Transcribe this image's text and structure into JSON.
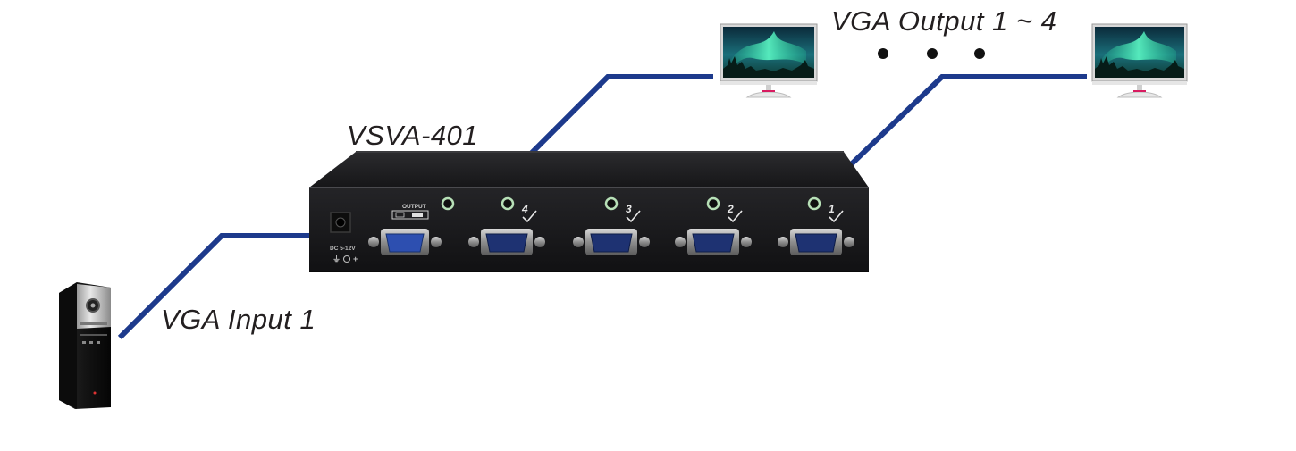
{
  "diagram": {
    "device_label": "VSVA-401",
    "input_label": "VGA Input 1",
    "output_label": "VGA Output 1 ~ 4",
    "device": {
      "panel_output_text": "OUTPUT",
      "power_text": "DC 5-12V",
      "port_numbers": [
        "4",
        "3",
        "2",
        "1"
      ]
    },
    "colors": {
      "cable": "#1d3a8c",
      "device_body": "#1c1c1e",
      "label_text": "#231f20"
    },
    "icons": {
      "source": "computer-tower-icon",
      "displays": [
        "monitor-icon",
        "monitor-icon"
      ],
      "ellipsis": "ellipsis-dots-icon"
    }
  }
}
